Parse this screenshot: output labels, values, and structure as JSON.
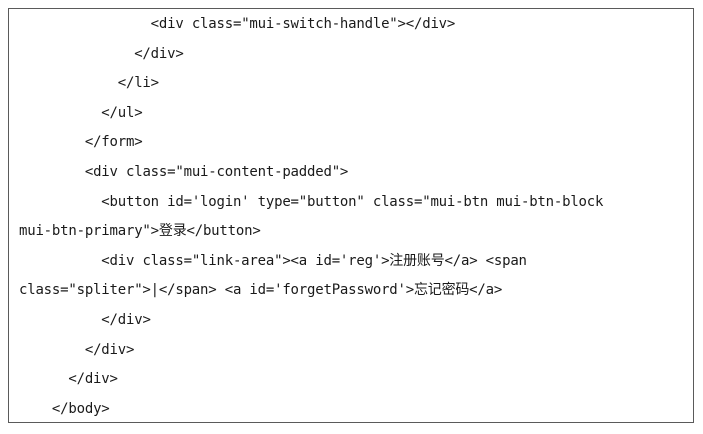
{
  "code": {
    "lines": [
      {
        "indent": "                ",
        "text": "<div class=\"mui-switch-handle\"></div>"
      },
      {
        "indent": "              ",
        "text": "</div>"
      },
      {
        "indent": "            ",
        "text": "</li>"
      },
      {
        "indent": "          ",
        "text": "</ul>"
      },
      {
        "indent": "        ",
        "text": "</form>"
      },
      {
        "indent": "        ",
        "text": "<div class=\"mui-content-padded\">"
      },
      {
        "indent": "          ",
        "text": "<button id='login' type=\"button\" class=\"mui-btn mui-btn-block"
      },
      {
        "indent": "",
        "text": "mui-btn-primary\">登录</button>"
      },
      {
        "indent": "          ",
        "text": "<div class=\"link-area\"><a id='reg'>注册账号</a> <span"
      },
      {
        "indent": "",
        "text": "class=\"spliter\">|</span> <a id='forgetPassword'>忘记密码</a>"
      },
      {
        "indent": "          ",
        "text": "</div>"
      },
      {
        "indent": "        ",
        "text": "</div>"
      },
      {
        "indent": "      ",
        "text": "</div>"
      },
      {
        "indent": "    ",
        "text": "</body>"
      }
    ]
  }
}
